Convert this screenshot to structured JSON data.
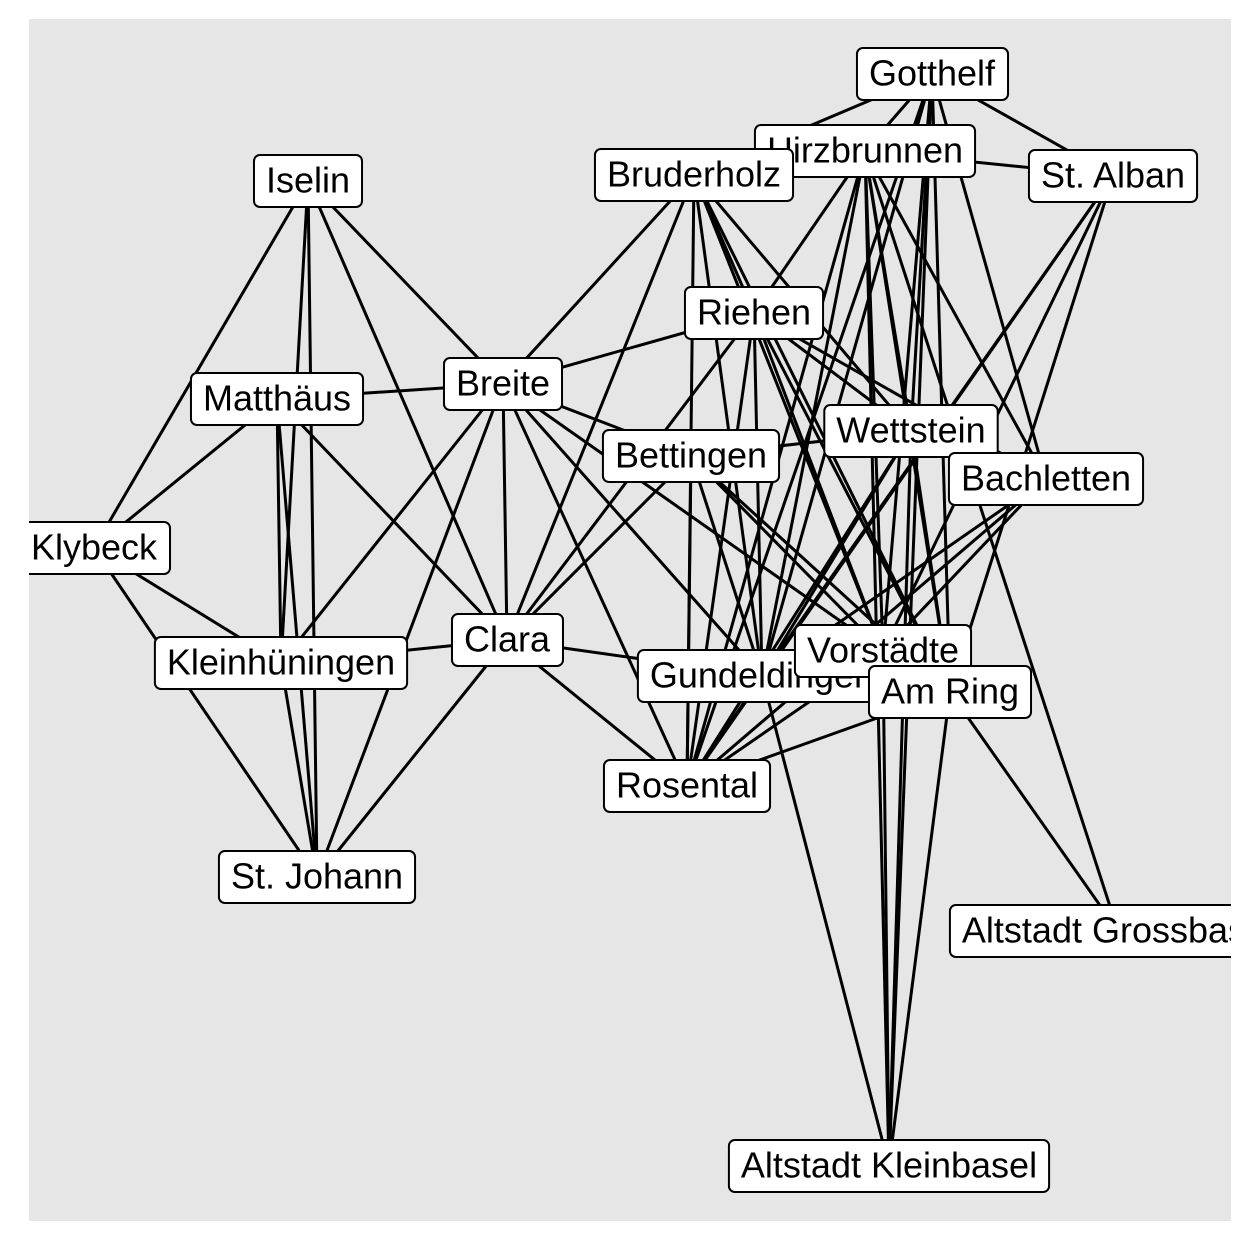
{
  "network": {
    "nodes": [
      {
        "id": "gotthelf",
        "label": "Gotthelf"
      },
      {
        "id": "hirzbrunnen",
        "label": "Hirzbrunnen"
      },
      {
        "id": "st_alban",
        "label": "St. Alban"
      },
      {
        "id": "iselin",
        "label": "Iselin"
      },
      {
        "id": "bruderholz",
        "label": "Bruderholz"
      },
      {
        "id": "riehen",
        "label": "Riehen"
      },
      {
        "id": "matthaeus",
        "label": "Matthäus"
      },
      {
        "id": "breite",
        "label": "Breite"
      },
      {
        "id": "bettingen",
        "label": "Bettingen"
      },
      {
        "id": "wettstein",
        "label": "Wettstein"
      },
      {
        "id": "bachletten",
        "label": "Bachletten"
      },
      {
        "id": "klybeck",
        "label": "Klybeck"
      },
      {
        "id": "kleinhueningen",
        "label": "Kleinhüningen"
      },
      {
        "id": "clara",
        "label": "Clara"
      },
      {
        "id": "gundeldingen",
        "label": "Gundeldingen"
      },
      {
        "id": "vorstaedte",
        "label": "Vorstädte"
      },
      {
        "id": "am_ring",
        "label": "Am Ring"
      },
      {
        "id": "rosental",
        "label": "Rosental"
      },
      {
        "id": "st_johann",
        "label": "St. Johann"
      },
      {
        "id": "altstadt_grossbasel",
        "label": "Altstadt Grossbasel"
      },
      {
        "id": "altstadt_kleinbasel",
        "label": "Altstadt Kleinbasel"
      }
    ],
    "edges": [
      [
        "iselin",
        "klybeck"
      ],
      [
        "iselin",
        "kleinhueningen"
      ],
      [
        "iselin",
        "st_johann"
      ],
      [
        "iselin",
        "breite"
      ],
      [
        "iselin",
        "clara"
      ],
      [
        "matthaeus",
        "klybeck"
      ],
      [
        "matthaeus",
        "kleinhueningen"
      ],
      [
        "matthaeus",
        "st_johann"
      ],
      [
        "matthaeus",
        "breite"
      ],
      [
        "matthaeus",
        "clara"
      ],
      [
        "klybeck",
        "kleinhueningen"
      ],
      [
        "klybeck",
        "st_johann"
      ],
      [
        "kleinhueningen",
        "st_johann"
      ],
      [
        "kleinhueningen",
        "clara"
      ],
      [
        "kleinhueningen",
        "breite"
      ],
      [
        "st_johann",
        "clara"
      ],
      [
        "st_johann",
        "breite"
      ],
      [
        "breite",
        "clara"
      ],
      [
        "breite",
        "riehen"
      ],
      [
        "breite",
        "bettingen"
      ],
      [
        "breite",
        "bruderholz"
      ],
      [
        "breite",
        "gundeldingen"
      ],
      [
        "breite",
        "rosental"
      ],
      [
        "breite",
        "vorstaedte"
      ],
      [
        "clara",
        "gundeldingen"
      ],
      [
        "clara",
        "rosental"
      ],
      [
        "clara",
        "bruderholz"
      ],
      [
        "clara",
        "riehen"
      ],
      [
        "clara",
        "bettingen"
      ],
      [
        "bruderholz",
        "gundeldingen"
      ],
      [
        "bruderholz",
        "rosental"
      ],
      [
        "bruderholz",
        "vorstaedte"
      ],
      [
        "bruderholz",
        "am_ring"
      ],
      [
        "bruderholz",
        "wettstein"
      ],
      [
        "bruderholz",
        "riehen"
      ],
      [
        "riehen",
        "gundeldingen"
      ],
      [
        "riehen",
        "rosental"
      ],
      [
        "riehen",
        "vorstaedte"
      ],
      [
        "riehen",
        "am_ring"
      ],
      [
        "riehen",
        "wettstein"
      ],
      [
        "riehen",
        "bachletten"
      ],
      [
        "bettingen",
        "gundeldingen"
      ],
      [
        "bettingen",
        "vorstaedte"
      ],
      [
        "bettingen",
        "rosental"
      ],
      [
        "bettingen",
        "wettstein"
      ],
      [
        "bettingen",
        "am_ring"
      ],
      [
        "hirzbrunnen",
        "gundeldingen"
      ],
      [
        "hirzbrunnen",
        "rosental"
      ],
      [
        "hirzbrunnen",
        "vorstaedte"
      ],
      [
        "hirzbrunnen",
        "am_ring"
      ],
      [
        "hirzbrunnen",
        "wettstein"
      ],
      [
        "hirzbrunnen",
        "bachletten"
      ],
      [
        "hirzbrunnen",
        "st_alban"
      ],
      [
        "hirzbrunnen",
        "gotthelf"
      ],
      [
        "hirzbrunnen",
        "altstadt_grossbasel"
      ],
      [
        "hirzbrunnen",
        "altstadt_kleinbasel"
      ],
      [
        "hirzbrunnen",
        "riehen"
      ],
      [
        "gotthelf",
        "gundeldingen"
      ],
      [
        "gotthelf",
        "rosental"
      ],
      [
        "gotthelf",
        "vorstaedte"
      ],
      [
        "gotthelf",
        "am_ring"
      ],
      [
        "gotthelf",
        "wettstein"
      ],
      [
        "gotthelf",
        "st_alban"
      ],
      [
        "gotthelf",
        "altstadt_kleinbasel"
      ],
      [
        "gotthelf",
        "bruderholz"
      ],
      [
        "gotthelf",
        "bachletten"
      ],
      [
        "st_alban",
        "gundeldingen"
      ],
      [
        "st_alban",
        "rosental"
      ],
      [
        "st_alban",
        "am_ring"
      ],
      [
        "st_alban",
        "vorstaedte"
      ],
      [
        "wettstein",
        "gundeldingen"
      ],
      [
        "wettstein",
        "rosental"
      ],
      [
        "wettstein",
        "altstadt_kleinbasel"
      ],
      [
        "wettstein",
        "am_ring"
      ],
      [
        "bachletten",
        "gundeldingen"
      ],
      [
        "bachletten",
        "rosental"
      ],
      [
        "bachletten",
        "vorstaedte"
      ],
      [
        "am_ring",
        "rosental"
      ],
      [
        "am_ring",
        "altstadt_grossbasel"
      ],
      [
        "am_ring",
        "altstadt_kleinbasel"
      ],
      [
        "vorstaedte",
        "altstadt_kleinbasel"
      ],
      [
        "gundeldingen",
        "altstadt_kleinbasel"
      ],
      [
        "gundeldingen",
        "rosental"
      ],
      [
        "vorstaedte",
        "rosental"
      ]
    ]
  }
}
